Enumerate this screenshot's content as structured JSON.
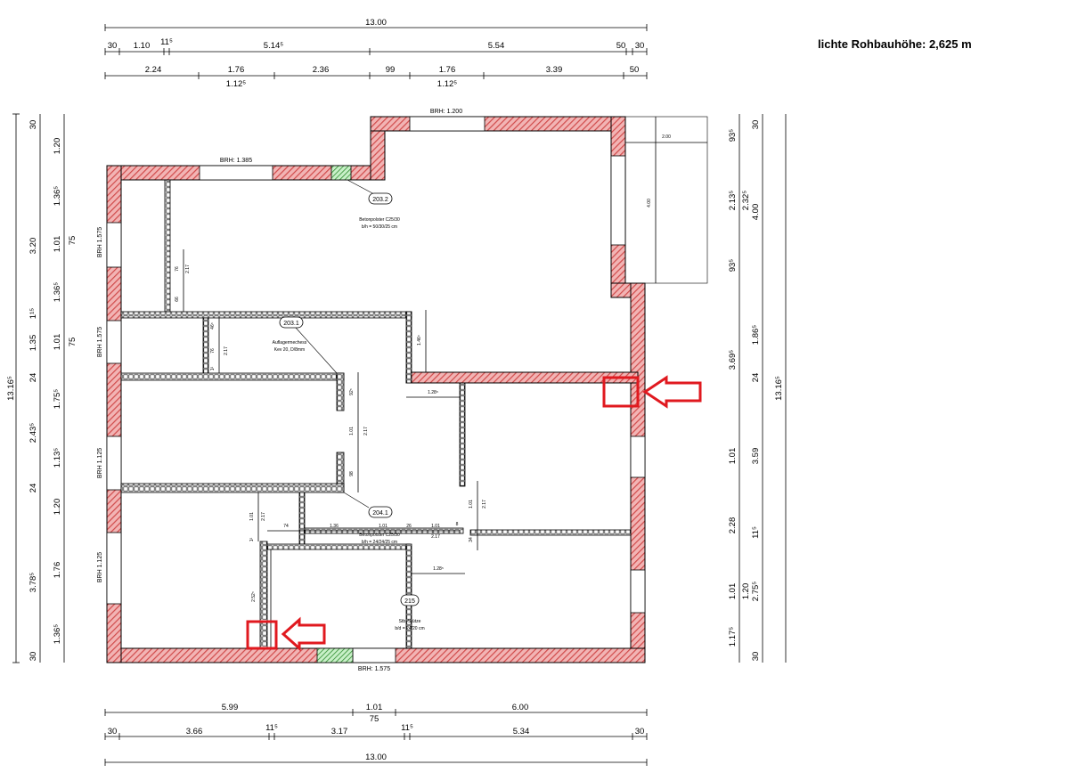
{
  "header_note": "lichte Rohbauhöhe: 2,625 m",
  "top_dims": {
    "overall": "13.00",
    "row1": [
      "30",
      "1.10",
      "11⁵",
      "5.14⁵",
      "5.54",
      "50",
      "30"
    ],
    "row2": [
      "2.24",
      "1.76",
      "2.36",
      "99",
      "1.76",
      "3.39",
      "50"
    ],
    "row2_sub": [
      "1.12⁵",
      "1.12⁵"
    ]
  },
  "bottom_dims": {
    "row1": [
      "5.99",
      "1.01",
      "6.00"
    ],
    "row1_sub": "75",
    "row2": [
      "30",
      "3.66",
      "11⁵",
      "3.17",
      "11⁵",
      "5.34",
      "30"
    ],
    "overall": "13.00"
  },
  "left_dims": {
    "overall": "13.16⁵",
    "outer": [
      "30",
      "3.20",
      "1¹⁵",
      "1.35",
      "24",
      "2.43⁵",
      "24",
      "3.78⁵",
      "30"
    ],
    "inner": [
      "1.20",
      "1.36⁵",
      "1.01",
      "1.36⁵",
      "1.01",
      "1.75⁵",
      "1.13⁵",
      "1.20",
      "1.76",
      "1.36⁵"
    ],
    "inner_extra": [
      "75",
      "75"
    ]
  },
  "right_dims": {
    "overall": "13.16⁵",
    "inner": [
      "93⁵",
      "2.13⁵",
      "93⁵",
      "3.69⁵",
      "1.01",
      "2.28",
      "1.01",
      "1.17⁵"
    ],
    "mid": [
      "30",
      "2.32⁵",
      "4.00",
      "1.86⁵",
      "24",
      "3.59",
      "11⁵",
      "1.20",
      "2.75⁵",
      "30"
    ],
    "balcony_width": "2.00",
    "balcony_depth": "4.00"
  },
  "brh_labels": {
    "top_left": "BRH: 1.385",
    "top_right": "BRH: 1.200",
    "bottom": "BRH: 1.575",
    "left": [
      "BRH 1.575",
      "BRH 1.575",
      "BRH 1.125",
      "BRH 1.125"
    ]
  },
  "tags": [
    "203.2",
    "203.1",
    "204.1",
    "215"
  ],
  "annotations": {
    "beton1": [
      "Betonpolster C25/30",
      "b/h = 50/30/25 cm"
    ],
    "auflager": [
      "Auflagermechess",
      "Kev 20, D/8mm"
    ],
    "beton2": [
      "Betonpolster C25/30",
      "b/h = 24/24/25 cm"
    ],
    "stb": [
      "Stb.-Stütze",
      "b/d = 24/20 cm"
    ]
  },
  "interior_dims": [
    "76",
    "2.17",
    "66",
    "46⁵",
    "76",
    "2.17",
    "1²",
    "1.46⁵",
    "1.28⁵",
    "92⁵",
    "1.01",
    "2.17",
    "98",
    "1.01",
    "2.17",
    "1²",
    "74",
    "1.36",
    "1.01",
    "26",
    "1.01",
    "8",
    "2.17",
    "1.01",
    "2.17",
    "34",
    "1.28⁵",
    "2.52⁵"
  ],
  "colors": {
    "wall_hatch": "#d04a4a",
    "marker": "#e0191f",
    "green_hatch": "#2e8b2e"
  },
  "icons": [
    "arrow-left-icon",
    "arrow-left-icon"
  ]
}
